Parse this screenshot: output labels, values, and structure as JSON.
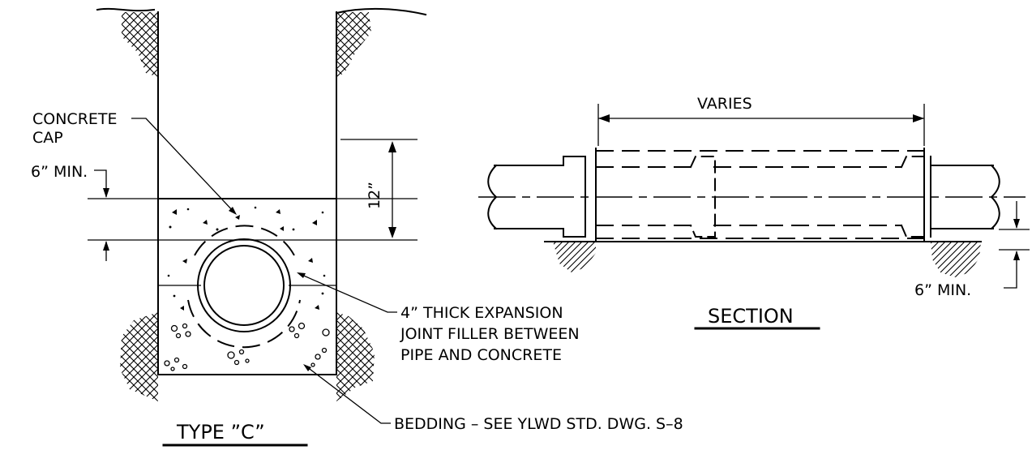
{
  "labels": {
    "concrete_cap_1": "CONCRETE",
    "concrete_cap_2": "CAP",
    "six_min_left": "6” MIN.",
    "twelve": "12”",
    "varies": "VARIES",
    "expansion_1": "4” THICK EXPANSION",
    "expansion_2": "JOINT FILLER BETWEEN",
    "expansion_3": "PIPE AND CONCRETE",
    "section": "SECTION",
    "six_min_right": "6” MIN.",
    "bedding": "BEDDING – SEE YLWD STD. DWG. S–8",
    "type_c": "TYPE   ”C”"
  }
}
